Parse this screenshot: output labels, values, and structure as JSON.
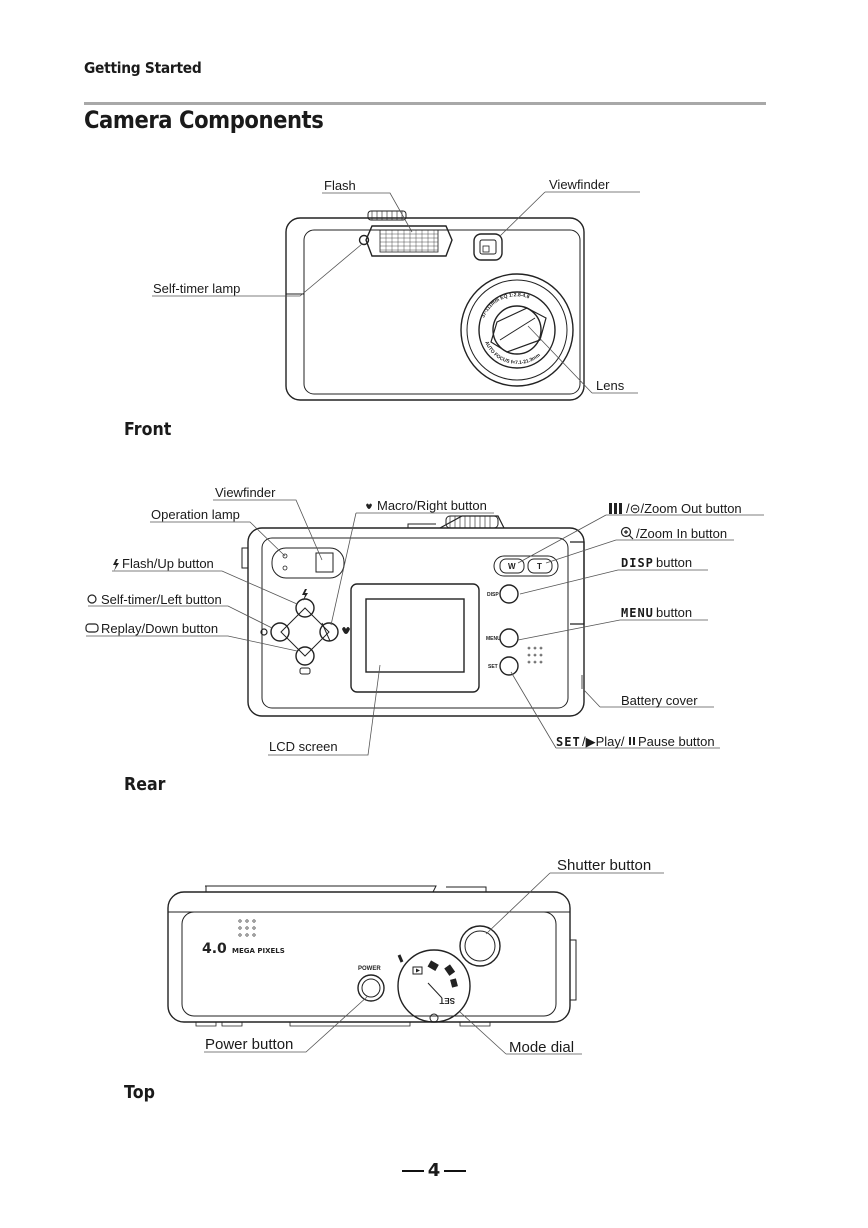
{
  "header": {
    "section": "Getting Started",
    "title": "Camera Components"
  },
  "front": {
    "caption": "Front",
    "labels": {
      "flash": "Flash",
      "viewfinder": "Viewfinder",
      "self_timer_lamp": "Self-timer lamp",
      "lens": "Lens",
      "lens_ring_top": "37-111mm EQ 1:2.8-4.8",
      "lens_ring_bottom": "AUTO FOCUS f=7.1-21.3mm"
    }
  },
  "rear": {
    "caption": "Rear",
    "labels": {
      "viewfinder": "Viewfinder",
      "operation_lamp": "Operation lamp",
      "macro_right": "Macro/Right button",
      "zoom_out": "/⊝/Zoom Out button",
      "zoom_in": "/Zoom In button",
      "flash_up": "Flash/Up button",
      "disp_icon": "DISP",
      "disp_text": "button",
      "self_timer_left": "Self-timer/Left button",
      "replay_down": "Replay/Down button",
      "menu_icon": "MENU",
      "menu_text": "button",
      "battery_cover": "Battery cover",
      "lcd_screen": "LCD screen",
      "set_icon": "SET",
      "set_play": "/▶Play/",
      "set_pause": "Pause button",
      "btn_disp": "DISP",
      "btn_menu": "MENU",
      "btn_set": "SET",
      "zoom_w": "W",
      "zoom_t": "T"
    }
  },
  "top": {
    "caption": "Top",
    "labels": {
      "shutter_button": "Shutter button",
      "power_button": "Power button",
      "mode_dial": "Mode dial",
      "megapixel": "4.0",
      "megapixel_unit": "MEGA PIXELS",
      "power_tag": "POWER",
      "dial_set": "SET"
    }
  },
  "footer": {
    "page_number": "4"
  }
}
